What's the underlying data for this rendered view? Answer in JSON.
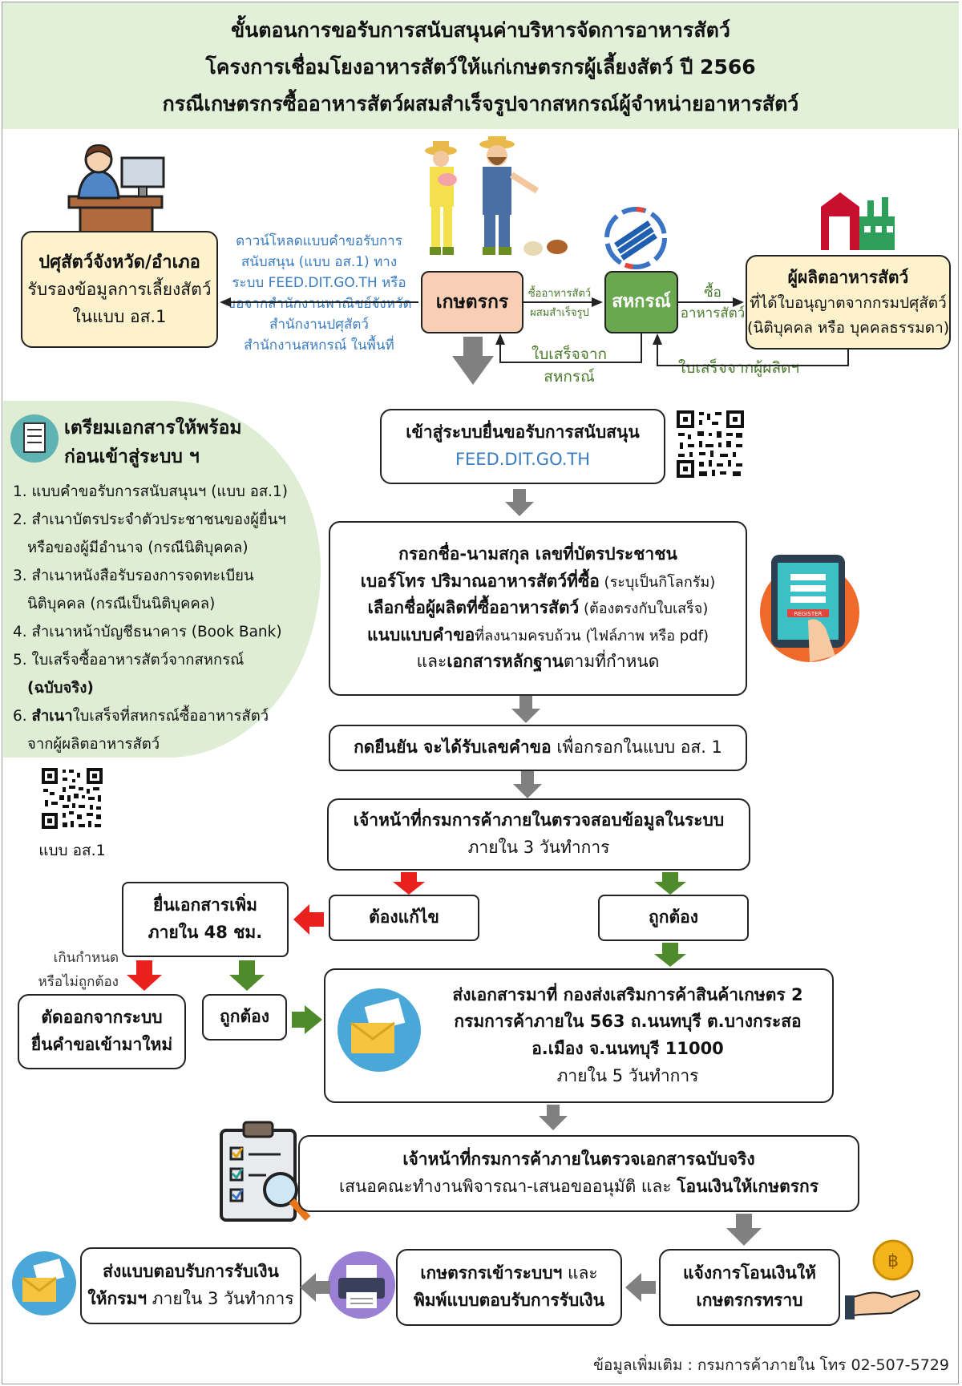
{
  "header": {
    "line1": "ขั้นตอนการขอรับการสนับสนุนค่าบริหารจัดการอาหารสัตว์",
    "line2": "โครงการเชื่อมโยงอาหารสัตว์ให้แก่เกษตรกรผู้เลี้ยงสัตว์ ปี 2566",
    "line3": "กรณีเกษตรกรซื้ออาหารสัตว์ผสมสำเร็จรูปจากสหกรณ์ผู้จำหน่ายอาหารสัตว์"
  },
  "livestock": {
    "title": "ปศุสัตว์จังหวัด/อำเภอ",
    "line2": "รับรองข้อมูลการเลี้ยงสัตว์",
    "line3": "ในแบบ อส.1"
  },
  "download_note": [
    "ดาวน์โหลดแบบคำขอรับการ",
    "สนับสนุน (แบบ อส.1) ทาง",
    "ระบบ FEED.DIT.GO.TH หรือ",
    "ขอจากสำนักงานพาณิชย์จังหวัด",
    "สำนักงานปศุสัตว์",
    "สำนักงานสหกรณ์ ในพื้นที่"
  ],
  "farmer": "เกษตรกร",
  "coop": "สหกรณ์",
  "buy_label": {
    "l1": "ซื้ออาหารสัตว์",
    "l2": "ผสมสำเร็จรูป"
  },
  "buy_label2": {
    "l1": "ซื้อ",
    "l2": "อาหารสัตว์"
  },
  "receipt_coop": {
    "l1": "ใบเสร็จจาก",
    "l2": "สหกรณ์"
  },
  "receipt_producer": "ใบเสร็จจากผู้ผลิตฯ",
  "producer": {
    "title": "ผู้ผลิตอาหารสัตว์",
    "line2": "ที่ได้ใบอนุญาตจากกรมปศุสัตว์",
    "line3": "(นิติบุคคล หรือ บุคคลธรรมดา)"
  },
  "prepare": {
    "title1": "เตรียมเอกสารให้พร้อม",
    "title2": "ก่อนเข้าสู่ระบบ ฯ",
    "items": [
      "1. แบบคำขอรับการสนับสนุนฯ (แบบ อส.1)",
      "2. สำเนาบัตรประจำตัวประชาชนของผู้ยื่นฯ",
      "หรือของผู้มีอำนาจ (กรณีนิติบุคคล)",
      "3. สำเนาหนังสือรับรองการจดทะเบียน",
      "นิติบุคคล (กรณีเป็นนิติบุคคล)",
      "4. สำเนาหน้าบัญชีธนาคาร (Book Bank)",
      "5. ใบเสร็จซื้ออาหารสัตว์จากสหกรณ์",
      "(ฉบับจริง)",
      "6. ",
      "สำเนา",
      "ใบเสร็จที่สหกรณ์ซื้ออาหารสัตว์",
      "จากผู้ผลิตอาหารสัตว์"
    ],
    "qr_label": "แบบ อส.1"
  },
  "step_login": {
    "l1": "เข้าสู่ระบบยื่นขอรับการสนับสนุน",
    "l2": "FEED.DIT.GO.TH"
  },
  "step_fill": {
    "l1": "กรอกชื่อ-นามสกุล เลขที่บัตรประชาชน",
    "l2b": "เบอร์โทร ปริมาณอาหารสัตว์ที่ซื้อ",
    "l2n": " (ระบุเป็นกิโลกรัม)",
    "l3b": "เลือกชื่อผู้ผลิตที่ซื้ออาหารสัตว์",
    "l3n": " (ต้องตรงกับใบเสร็จ)",
    "l4b": "แนบแบบคำขอ",
    "l4n": "ที่ลงนามครบถ้วน (ไฟล์ภาพ หรือ pdf)",
    "l5a": "และ",
    "l5b": "เอกสารหลักฐาน",
    "l5c": "ตามที่กำหนด",
    "tablet": "REGISTER"
  },
  "step_confirm": {
    "b": "กดยืนยัน จะได้รับเลขคำขอ",
    "n": " เพื่อกรอกในแบบ อส. 1"
  },
  "step_check": {
    "l1": "เจ้าหน้าที่กรมการค้าภายในตรวจสอบข้อมูลในระบบ",
    "l2": "ภายใน 3 วันทำการ"
  },
  "fix": "ต้องแก้ไข",
  "correct": "ถูกต้อง",
  "resubmit": {
    "l1": "ยื่นเอกสารเพิ่ม",
    "l2": "ภายใน 48 ชม."
  },
  "overdue": {
    "l1": "เกินกำหนด",
    "l2": "หรือไม่ถูกต้อง"
  },
  "remove": {
    "l1": "ตัดออกจากระบบ",
    "l2": "ยื่นคำขอเข้ามาใหม่"
  },
  "correct2": "ถูกต้อง",
  "send_docs": {
    "l1": "ส่งเอกสารมาที่ กองส่งเสริมการค้าสินค้าเกษตร 2",
    "l2": "กรมการค้าภายใน 563 ถ.นนทบุรี ต.บางกระสอ",
    "l3": "อ.เมือง จ.นนทบุรี 11000",
    "l4": "ภายใน 5 วันทำการ"
  },
  "verify": {
    "l1": "เจ้าหน้าที่กรมการค้าภายในตรวจเอกสารฉบับจริง",
    "l2n": "เสนอคณะทำงานพิจารณา-เสนอขออนุมัติ  และ ",
    "l2b": "โอนเงินให้เกษตรกร"
  },
  "notify": {
    "l1": "แจ้งการโอนเงินให้",
    "l2": "เกษตรกรทราบ"
  },
  "print": {
    "l1b": "เกษตรกรเข้าระบบฯ",
    "l1n": " และ",
    "l2": "พิมพ์แบบตอบรับการรับเงิน"
  },
  "send_back": {
    "l1": "ส่งแบบตอบรับการรับเงิน",
    "l2b": "ให้กรมฯ",
    "l2n": " ภายใน 3 วันทำการ"
  },
  "footer": "ข้อมูลเพิ่มเติม : กรมการค้าภายใน โทร 02-507-5729",
  "colors": {
    "header_bg": "#e3f0d9",
    "farmer_bg": "#f8cfb4",
    "coop_bg": "#6aa84f",
    "info_bg": "#fdf2cc",
    "prep_bg": "#deedd3",
    "red_arrow": "#e8211f",
    "green_arrow": "#4f8a2b",
    "gray_arrow": "#808080"
  }
}
